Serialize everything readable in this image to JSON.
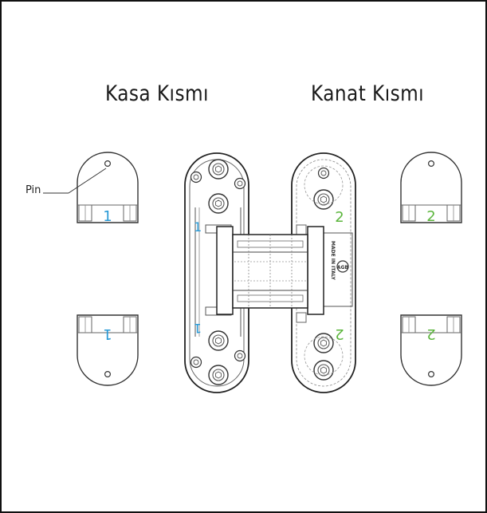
{
  "titles": {
    "frame_side": "Kasa Kısmı",
    "leaf_side": "Kanat Kısmı"
  },
  "labels": {
    "pin": "Pin",
    "part_1": "1",
    "part_2": "2",
    "brand": "AGB",
    "made_in": "MADE IN ITALY"
  },
  "colors": {
    "part_1": "#2a9ad6",
    "part_2": "#5bb53c",
    "line": "#333333"
  }
}
